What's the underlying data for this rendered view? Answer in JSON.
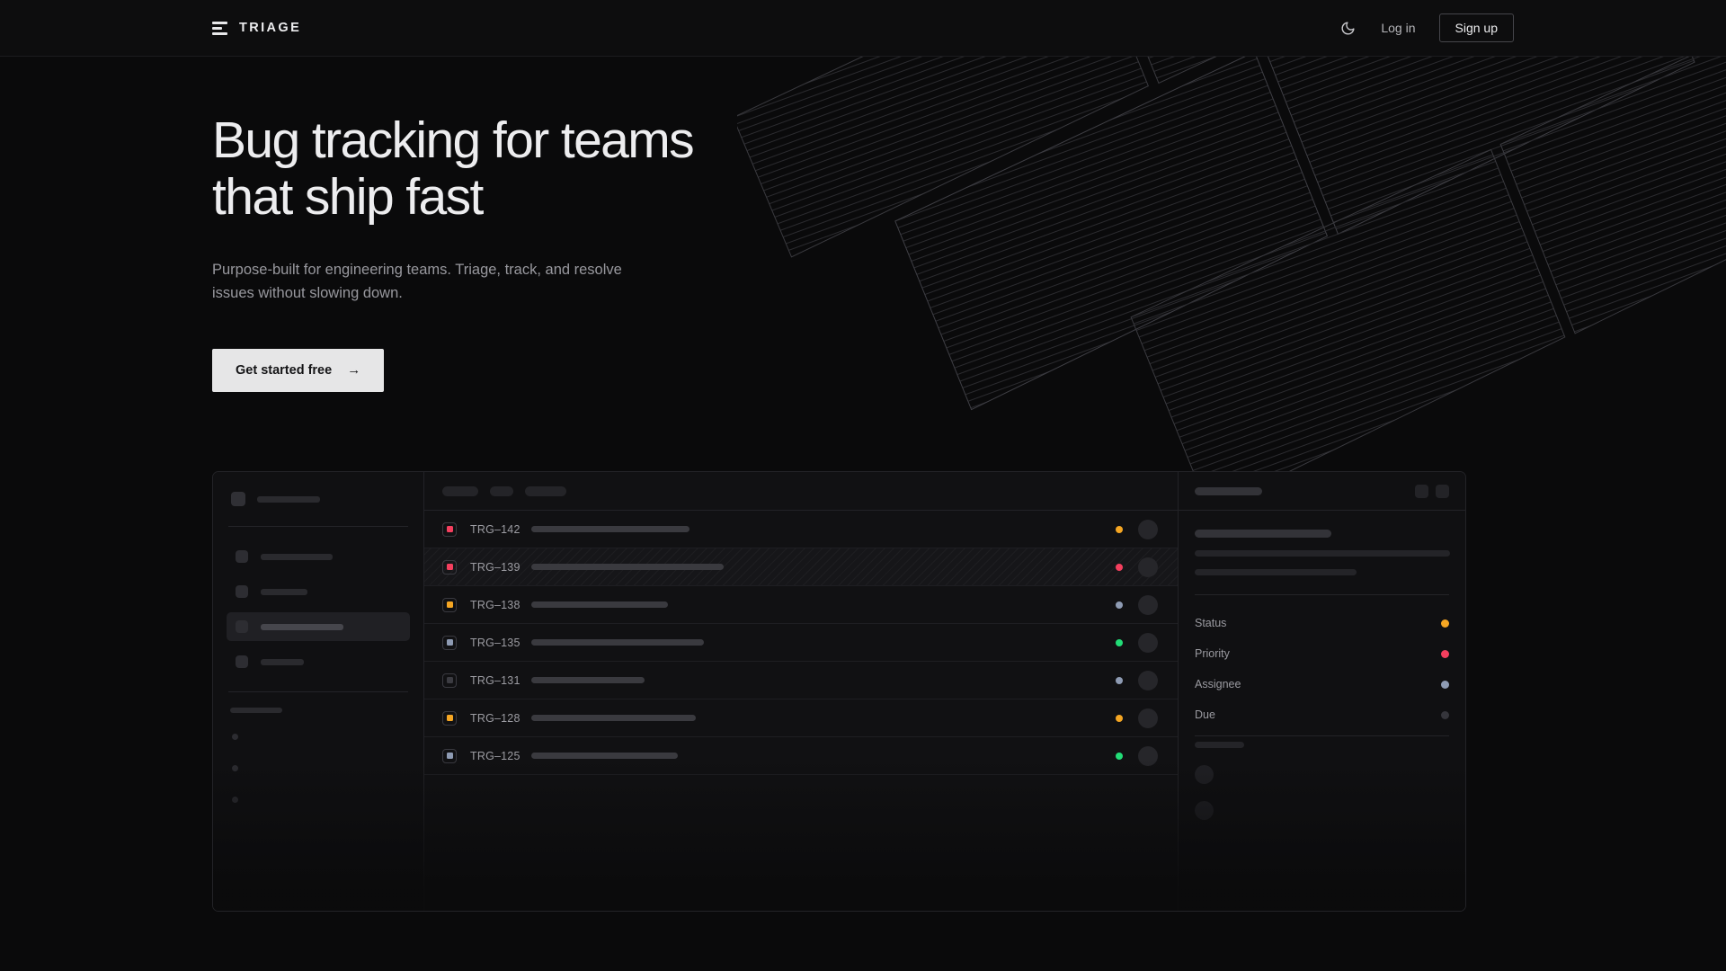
{
  "brand": {
    "name": "TRIAGE",
    "logo_icon": "triage-bars-icon"
  },
  "nav": {
    "theme_toggle_icon": "moon-icon",
    "login_label": "Log in",
    "signup_label": "Sign up"
  },
  "hero": {
    "heading_line1": "Bug tracking for teams",
    "heading_line2": "that ship fast",
    "subheading": "Purpose-built for engineering teams. Triage, track, and resolve issues without slowing down.",
    "cta_label": "Get started free",
    "cta_arrow": "→"
  },
  "colors": {
    "page_bg": "#0a0a0b",
    "panel_bg": "#111113",
    "border": "#232327",
    "accent_orange": "#f5a623",
    "accent_pink": "#f43f5e",
    "accent_green": "#22dd77",
    "accent_slate": "#8e9bb3",
    "accent_gray": "#3c3c42",
    "cta_bg": "#e6e6e7",
    "text_primary": "#ededef",
    "text_muted": "#98989e"
  },
  "app_mockup": {
    "sidebar": {
      "brand_placeholder_width": 70,
      "nav_items": [
        {
          "width": 80,
          "active": false
        },
        {
          "width": 52,
          "active": false
        },
        {
          "width": 92,
          "active": true
        },
        {
          "width": 48,
          "active": false
        }
      ],
      "section_label_width": 58,
      "mini_items": 3
    },
    "list": {
      "toolbar_chips": [
        40,
        26,
        46
      ],
      "rows": [
        {
          "id": "TRG–142",
          "priority_color": "#f43f5e",
          "title_width": 176,
          "status_color": "#f5a623",
          "selected": false
        },
        {
          "id": "TRG–139",
          "priority_color": "#f43f5e",
          "title_width": 214,
          "status_color": "#f43f5e",
          "selected": true
        },
        {
          "id": "TRG–138",
          "priority_color": "#f5a623",
          "title_width": 152,
          "status_color": "#8e9bb3",
          "selected": false
        },
        {
          "id": "TRG–135",
          "priority_color": "#8e9bb3",
          "title_width": 192,
          "status_color": "#22dd77",
          "selected": false
        },
        {
          "id": "TRG–131",
          "priority_color": "#3c3c42",
          "title_width": 126,
          "status_color": "#8e9bb3",
          "selected": false
        },
        {
          "id": "TRG–128",
          "priority_color": "#f5a623",
          "title_width": 183,
          "status_color": "#f5a623",
          "selected": false
        },
        {
          "id": "TRG–125",
          "priority_color": "#8e9bb3",
          "title_width": 163,
          "status_color": "#22dd77",
          "selected": false
        }
      ]
    },
    "detail": {
      "header_placeholder_width": 75,
      "action_buttons": 2,
      "title_placeholder_width": 152,
      "body_line_widths": [
        284,
        180
      ],
      "fields": [
        {
          "label": "Status",
          "value_color": "#f5a623"
        },
        {
          "label": "Priority",
          "value_color": "#f43f5e"
        },
        {
          "label": "Assignee",
          "value_color": "#8e9bb3"
        },
        {
          "label": "Due",
          "value_color": "#35353b"
        }
      ],
      "footer_label_width": 55,
      "comment_avatars": 2
    }
  }
}
